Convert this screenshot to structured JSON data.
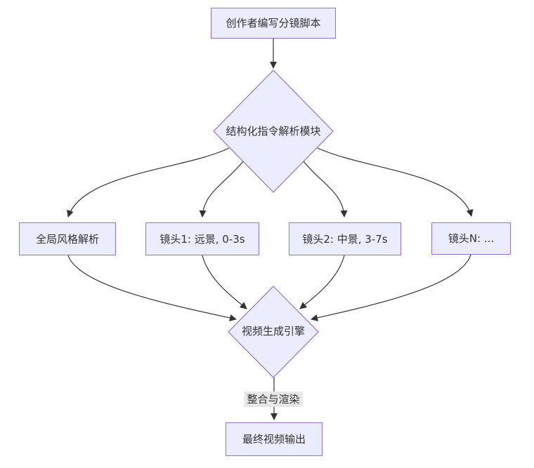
{
  "diagram": {
    "type": "flowchart",
    "direction": "top-down",
    "colors": {
      "background": "#ffffff",
      "node_fill": "#ececff",
      "node_border": "#9370db",
      "edge_color": "#333333",
      "text_color": "#333333",
      "edge_label_bg": "#e8e8e8"
    },
    "nodes": {
      "script": {
        "label": "创作者编写分镜脚本",
        "shape": "rect"
      },
      "parser": {
        "label": "结构化指令解析模块",
        "shape": "diamond"
      },
      "style": {
        "label": "全局风格解析",
        "shape": "rect"
      },
      "shot1": {
        "label": "镜头1: 远景, 0-3s",
        "shape": "rect"
      },
      "shot2": {
        "label": "镜头2: 中景, 3-7s",
        "shape": "rect"
      },
      "shotN": {
        "label": "镜头N: ...",
        "shape": "rect"
      },
      "engine": {
        "label": "视频生成引擎",
        "shape": "diamond"
      },
      "output": {
        "label": "最终视频输出",
        "shape": "rect"
      }
    },
    "edges": [
      {
        "from": "script",
        "to": "parser",
        "label": ""
      },
      {
        "from": "parser",
        "to": "style",
        "label": ""
      },
      {
        "from": "parser",
        "to": "shot1",
        "label": ""
      },
      {
        "from": "parser",
        "to": "shot2",
        "label": ""
      },
      {
        "from": "parser",
        "to": "shotN",
        "label": ""
      },
      {
        "from": "style",
        "to": "engine",
        "label": ""
      },
      {
        "from": "shot1",
        "to": "engine",
        "label": ""
      },
      {
        "from": "shot2",
        "to": "engine",
        "label": ""
      },
      {
        "from": "shotN",
        "to": "engine",
        "label": ""
      },
      {
        "from": "engine",
        "to": "output",
        "label": "整合与渲染"
      }
    ]
  }
}
